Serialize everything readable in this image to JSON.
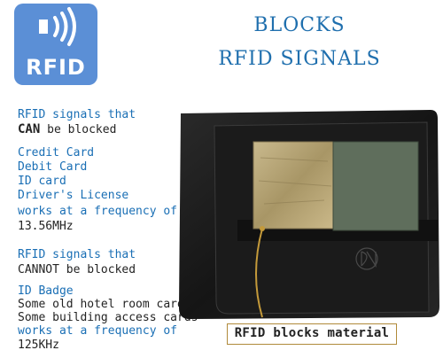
{
  "badge": {
    "label": "RFID"
  },
  "headline": {
    "line1": "BLOCKS",
    "line2": "RFID SIGNALS"
  },
  "can_block": {
    "heading_line1": "RFID signals that",
    "heading_emph": "CAN",
    "heading_line2_rest": " be blocked",
    "items": [
      "Credit Card",
      "Debit Card",
      "ID card",
      "Driver's License"
    ],
    "frequency_line1": "works at a frequency of",
    "frequency_line2": "13.56MHz"
  },
  "cannot_block": {
    "heading_line1": "RFID signals that",
    "heading_line2": "CANNOT be blocked",
    "items": [
      "ID Badge",
      "Some old hotel room cards",
      "Some building access cards"
    ],
    "frequency_line1": "works at a frequency of",
    "frequency_line2": "125KHz"
  },
  "callout": {
    "label": "RFID blocks material"
  },
  "colors": {
    "badge": "#5b8fd6",
    "headline": "#1f6fae",
    "blue_text": "#1a6fb5",
    "wallet": "#1c1c1c",
    "gold_material": "#b9a679",
    "green_material": "#5e6e5c",
    "callout_line": "#c49a3a"
  }
}
